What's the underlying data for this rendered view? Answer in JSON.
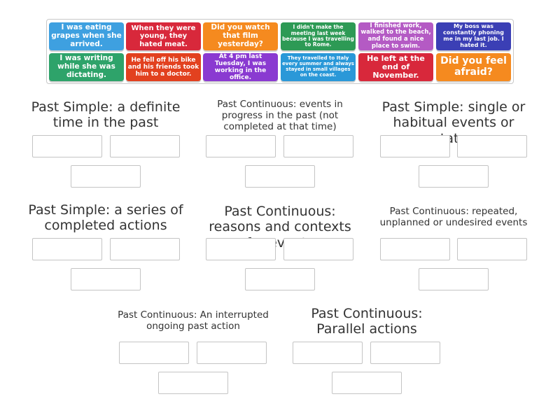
{
  "cards": [
    {
      "text": "I was eating grapes when she arrived.",
      "color": "#3ea0e0",
      "fs": 10.5
    },
    {
      "text": "When they were young, they hated meat.",
      "color": "#d8283b",
      "fs": 10
    },
    {
      "text": "Did you watch that film yesterday?",
      "color": "#f58a1f",
      "fs": 10.5
    },
    {
      "text": "I didn't make the meeting last week because I was travelling to Rome.",
      "color": "#2d9a55",
      "fs": 7.5
    },
    {
      "text": "I finished work, walked to the beach, and found a nice place to swim.",
      "color": "#b45ac4",
      "fs": 8.5
    },
    {
      "text": "My boss was constantly phoning me in my last job. I hated it.",
      "color": "#3b3fb5",
      "fs": 8
    },
    {
      "text": "I was writing while she was dictating.",
      "color": "#2ea36a",
      "fs": 10.5
    },
    {
      "text": "He fell off his bike and his friends took him to a doctor.",
      "color": "#e2411f",
      "fs": 9
    },
    {
      "text": "At 4 pm last Tuesday, I was working in the office.",
      "color": "#8a3ad1",
      "fs": 9
    },
    {
      "text": "They travelled to Italy every summer and always stayed in small villages on the coast.",
      "color": "#2a98d8",
      "fs": 7
    },
    {
      "text": "He left at the end of November.",
      "color": "#d8283b",
      "fs": 11
    },
    {
      "text": "Did you feel afraid?",
      "color": "#f58a1f",
      "fs": 14
    }
  ],
  "categories": [
    {
      "title": "Past Simple: a definite time in the past",
      "size": "big"
    },
    {
      "title": "Past Continuous: events in progress in the past (not completed at that time)",
      "size": "small"
    },
    {
      "title": "Past Simple: single or habitual events or states",
      "size": "big"
    },
    {
      "title": "Past Simple: a series of completed actions",
      "size": "big"
    },
    {
      "title": "Past Continuous: reasons and contexts for events",
      "size": "big"
    },
    {
      "title": "Past Continuous: repeated, unplanned or undesired events",
      "size": "small"
    },
    {
      "title": "Past Continuous: An interrupted ongoing past action",
      "size": "small"
    },
    {
      "title": "Past Continuous: Parallel actions",
      "size": "big"
    }
  ]
}
